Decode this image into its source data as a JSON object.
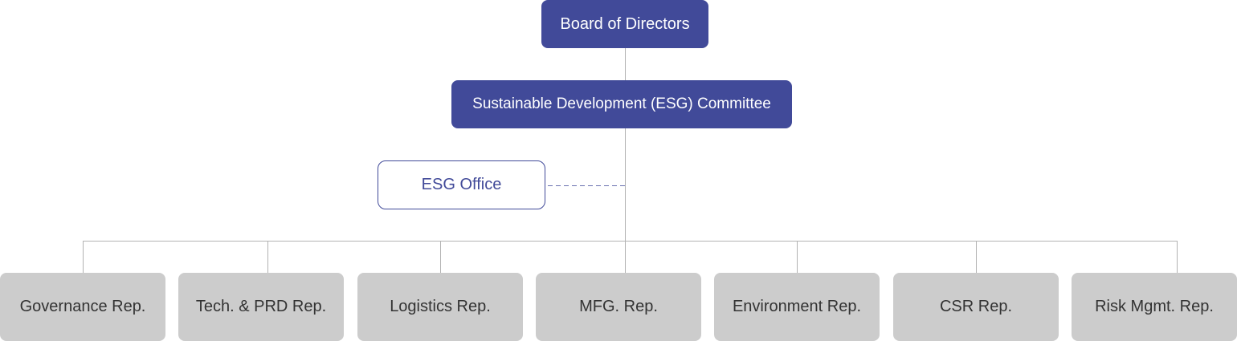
{
  "board": {
    "label": "Board of Directors"
  },
  "committee": {
    "label": "Sustainable Development (ESG) Committee"
  },
  "office": {
    "label": "ESG Office"
  },
  "representatives": [
    {
      "label": "Governance Rep."
    },
    {
      "label": "Tech. & PRD Rep."
    },
    {
      "label": "Logistics Rep."
    },
    {
      "label": "MFG. Rep."
    },
    {
      "label": "Environment Rep."
    },
    {
      "label": "CSR Rep."
    },
    {
      "label": "Risk Mgmt. Rep."
    }
  ],
  "colors": {
    "primary": "#414a99",
    "primary_text": "#ffffff",
    "rep_box": "#cccccc",
    "rep_text": "#333333",
    "connector": "#b3b3b3",
    "office_link": "#6a70b0"
  }
}
